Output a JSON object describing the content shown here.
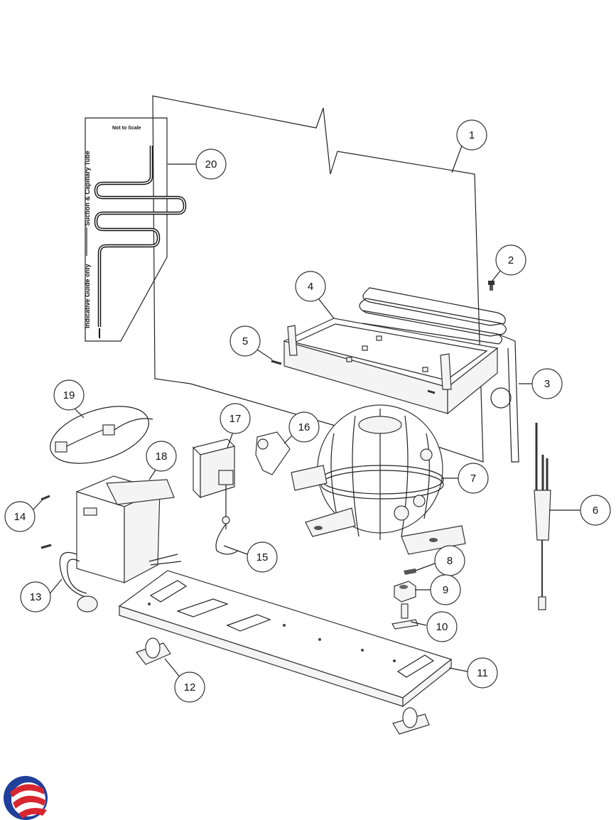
{
  "guide_panel": {
    "not_to_scale": "Not to Scale",
    "tube_label": "Suction & Capillary Tube",
    "guide_label": "Indicative Guide only"
  },
  "callouts": [
    {
      "id": "1",
      "label": "1"
    },
    {
      "id": "2",
      "label": "2"
    },
    {
      "id": "3",
      "label": "3"
    },
    {
      "id": "4",
      "label": "4"
    },
    {
      "id": "5",
      "label": "5"
    },
    {
      "id": "6",
      "label": "6"
    },
    {
      "id": "7",
      "label": "7"
    },
    {
      "id": "8",
      "label": "8"
    },
    {
      "id": "9",
      "label": "9"
    },
    {
      "id": "10",
      "label": "10"
    },
    {
      "id": "11",
      "label": "11"
    },
    {
      "id": "12",
      "label": "12"
    },
    {
      "id": "13",
      "label": "13"
    },
    {
      "id": "14",
      "label": "14"
    },
    {
      "id": "15",
      "label": "15"
    },
    {
      "id": "16",
      "label": "16"
    },
    {
      "id": "17",
      "label": "17"
    },
    {
      "id": "18",
      "label": "18"
    },
    {
      "id": "19",
      "label": "19"
    },
    {
      "id": "20",
      "label": "20"
    }
  ],
  "logo": {
    "name": "brand-logo",
    "colors": [
      "#1f3f9a",
      "#d7262f"
    ]
  }
}
